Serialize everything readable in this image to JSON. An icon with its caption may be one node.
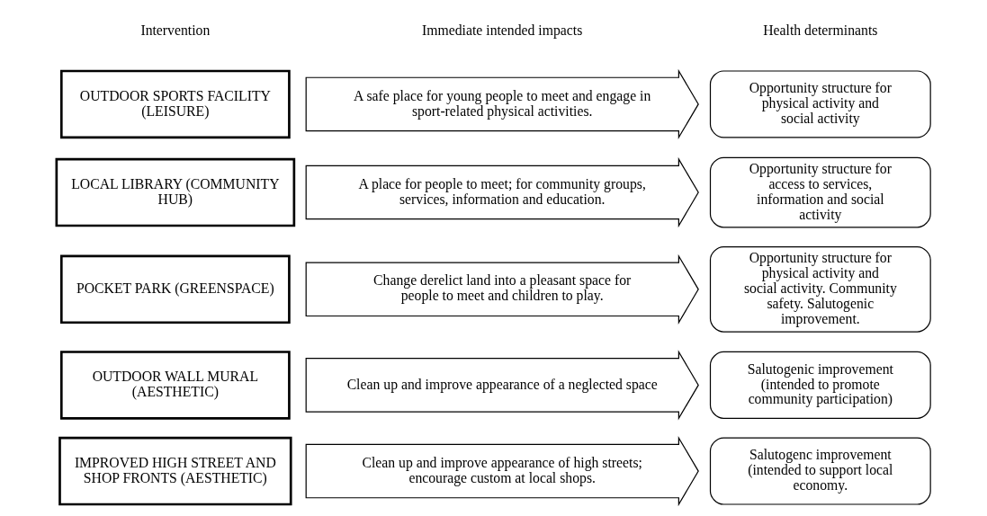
{
  "diagram": {
    "nodes": [
      {
        "text": [
          "OUTDOOR SPORTS FACILITY (LEISURE)"
        ]
      },
      {
        "text": [
          "A safe place for young people to meet and engage in sport-related physical activities."
        ]
      },
      {
        "text": [
          "Opportunity structure for physical activity and social activity"
        ]
      },
      {
        "text": [
          "LOCAL LIBRARY (COMMUNITY HUB)"
        ]
      },
      {
        "text": [
          "A place for people to meet; for community groups, services, information and education."
        ]
      },
      {
        "text": [
          "Opportunity structure for access to services, information and social activity"
        ]
      },
      {
        "text": [
          "POCKET PARK (GREENSPACE)"
        ]
      },
      {
        "text": [
          "Change derelict land into a pleasant space for people to meet and children to play."
        ]
      },
      {
        "text": [
          "Opportunity structure for physical activity and social activity. Community safety. Salutogenic improvement."
        ]
      },
      {
        "text": [
          "OUTDOOR WALL MURAL (AESTHETIC)"
        ]
      },
      {
        "text": [
          "Clean up and improve appearance of a neglected space"
        ]
      },
      {
        "text": [
          "Salutogenic improvement (intended to promote community participation)"
        ]
      },
      {
        "text": [
          "IMPROVED HIGH STREET AND SHOP FRONTS (AESTHETIC)"
        ]
      },
      {
        "text": [
          "Clean up and improve appearance of high streets; encourage custom at local shops."
        ]
      },
      {
        "text": [
          "Salutogenc improvement (intended to support local economy."
        ]
      }
    ],
    "labels": [
      "Intervention",
      "Immediate intended impacts",
      "Health determinants"
    ]
  }
}
